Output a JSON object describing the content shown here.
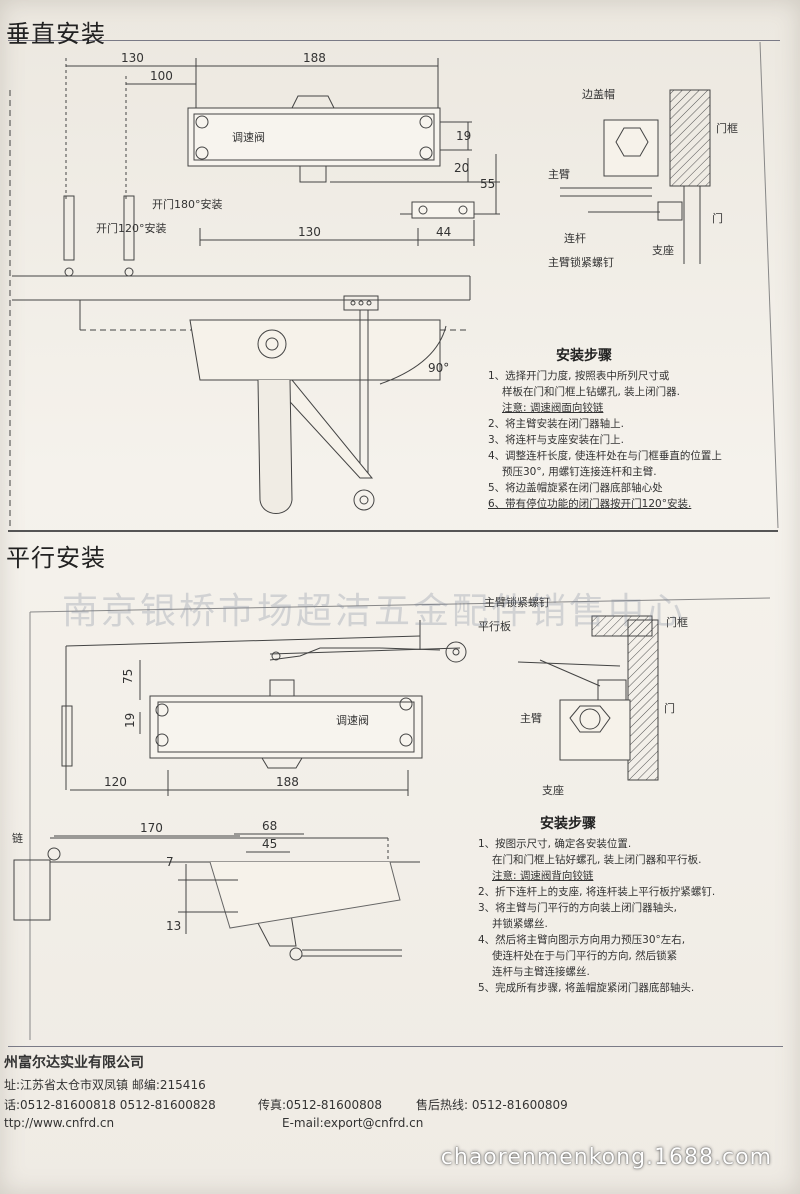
{
  "vertical": {
    "title": "垂直安装",
    "dims": {
      "d130_top": "130",
      "d188": "188",
      "d100": "100",
      "d19": "19",
      "d20": "20",
      "d55": "55",
      "d130_bottom": "130",
      "d44": "44",
      "angle": "90°"
    },
    "labels": {
      "valve": "调速阀",
      "open180": "开门180°安装",
      "open120": "开门120°安装",
      "cap": "边盖帽",
      "door_frame": "门框",
      "main_arm": "主臂",
      "door": "门",
      "link_rod": "连杆",
      "seat": "支座",
      "arm_screw": "主臂锁紧螺钉"
    },
    "steps_title": "安装步骤",
    "steps": [
      "1、选择开门力度, 按照表中所列尺寸或",
      "样板在门和门框上钻螺孔, 装上闭门器.",
      "注意: 调速阀面向铰链",
      "2、将主臂安装在闭门器轴上.",
      "3、将连杆与支座安装在门上.",
      "4、调整连杆长度, 使连杆处在与门框垂直的位置上",
      "预压30°, 用螺钉连接连杆和主臂.",
      "5、将边盖帽旋紧在闭门器底部轴心处",
      "6、带有停位功能的闭门器按开门120°安装."
    ]
  },
  "parallel": {
    "title": "平行安装",
    "dims": {
      "d75": "75",
      "d19": "19",
      "d120": "120",
      "d188": "188",
      "d170": "170",
      "d68": "68",
      "d45": "45",
      "d7": "7",
      "d13": "13"
    },
    "labels": {
      "valve": "调速阀",
      "arm_screw": "主臂锁紧螺钉",
      "parallel_plate": "平行板",
      "door_frame": "门框",
      "main_arm": "主臂",
      "door": "门",
      "seat": "支座",
      "hinge": "链"
    },
    "steps_title": "安装步骤",
    "steps": [
      "1、按图示尺寸, 确定各安装位置.",
      "在门和门框上钻好螺孔, 装上闭门器和平行板.",
      "注意: 调速阀背向铰链",
      "2、折下连杆上的支座, 将连杆装上平行板拧紧螺钉.",
      "3、将主臂与门平行的方向装上闭门器轴头,",
      "并锁紧螺丝.",
      "4、然后将主臂向图示方向用力预压30°左右,",
      "使连杆处在于与门平行的方向, 然后锁紧",
      "连杆与主臂连接螺丝.",
      "5、完成所有步骤, 将盖帽旋紧闭门器底部轴头."
    ]
  },
  "watermark_mid": "南京银桥市场超洁五金配件销售中心",
  "footer": {
    "company": "州富尔达实业有限公司",
    "address": "址:江苏省太仓市双凤镇  邮编:215416",
    "phone": "话:0512-81600818  0512-81600828",
    "fax": "传真:0512-81600808",
    "hotline": "售后热线: 0512-81600809",
    "website": "ttp://www.cnfrd.cn",
    "email": "E-mail:export@cnfrd.cn"
  },
  "watermark_bottom": "chaorenmenkong.1688.com"
}
